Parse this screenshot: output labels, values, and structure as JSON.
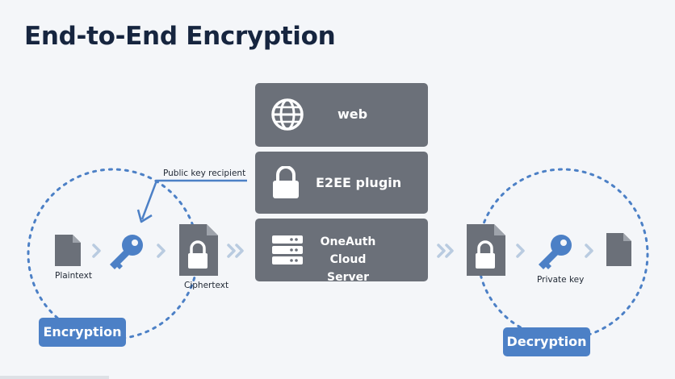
{
  "title": "End-to-End Encryption",
  "stack": {
    "web": "web",
    "plugin": "E2EE plugin",
    "server": "OneAuth Cloud Server"
  },
  "labels": {
    "plaintext": "Plaintext",
    "ciphertext": "Ciphertext",
    "public_key": "Public key recipient",
    "private_key": "Private key"
  },
  "badges": {
    "encryption": "Encryption",
    "decryption": "Decryption"
  },
  "colors": {
    "title": "#16253f",
    "block": "#6b7079",
    "accent": "#4c80c6",
    "dotted": "#4c80c6",
    "icon_gray": "#6b7079",
    "chevron_light": "#b9cbe0"
  },
  "icons": [
    "globe-icon",
    "lock-icon",
    "server-icon",
    "document-icon",
    "key-icon",
    "locked-document-icon",
    "chevron-right-icon",
    "double-chevron-right-icon"
  ]
}
